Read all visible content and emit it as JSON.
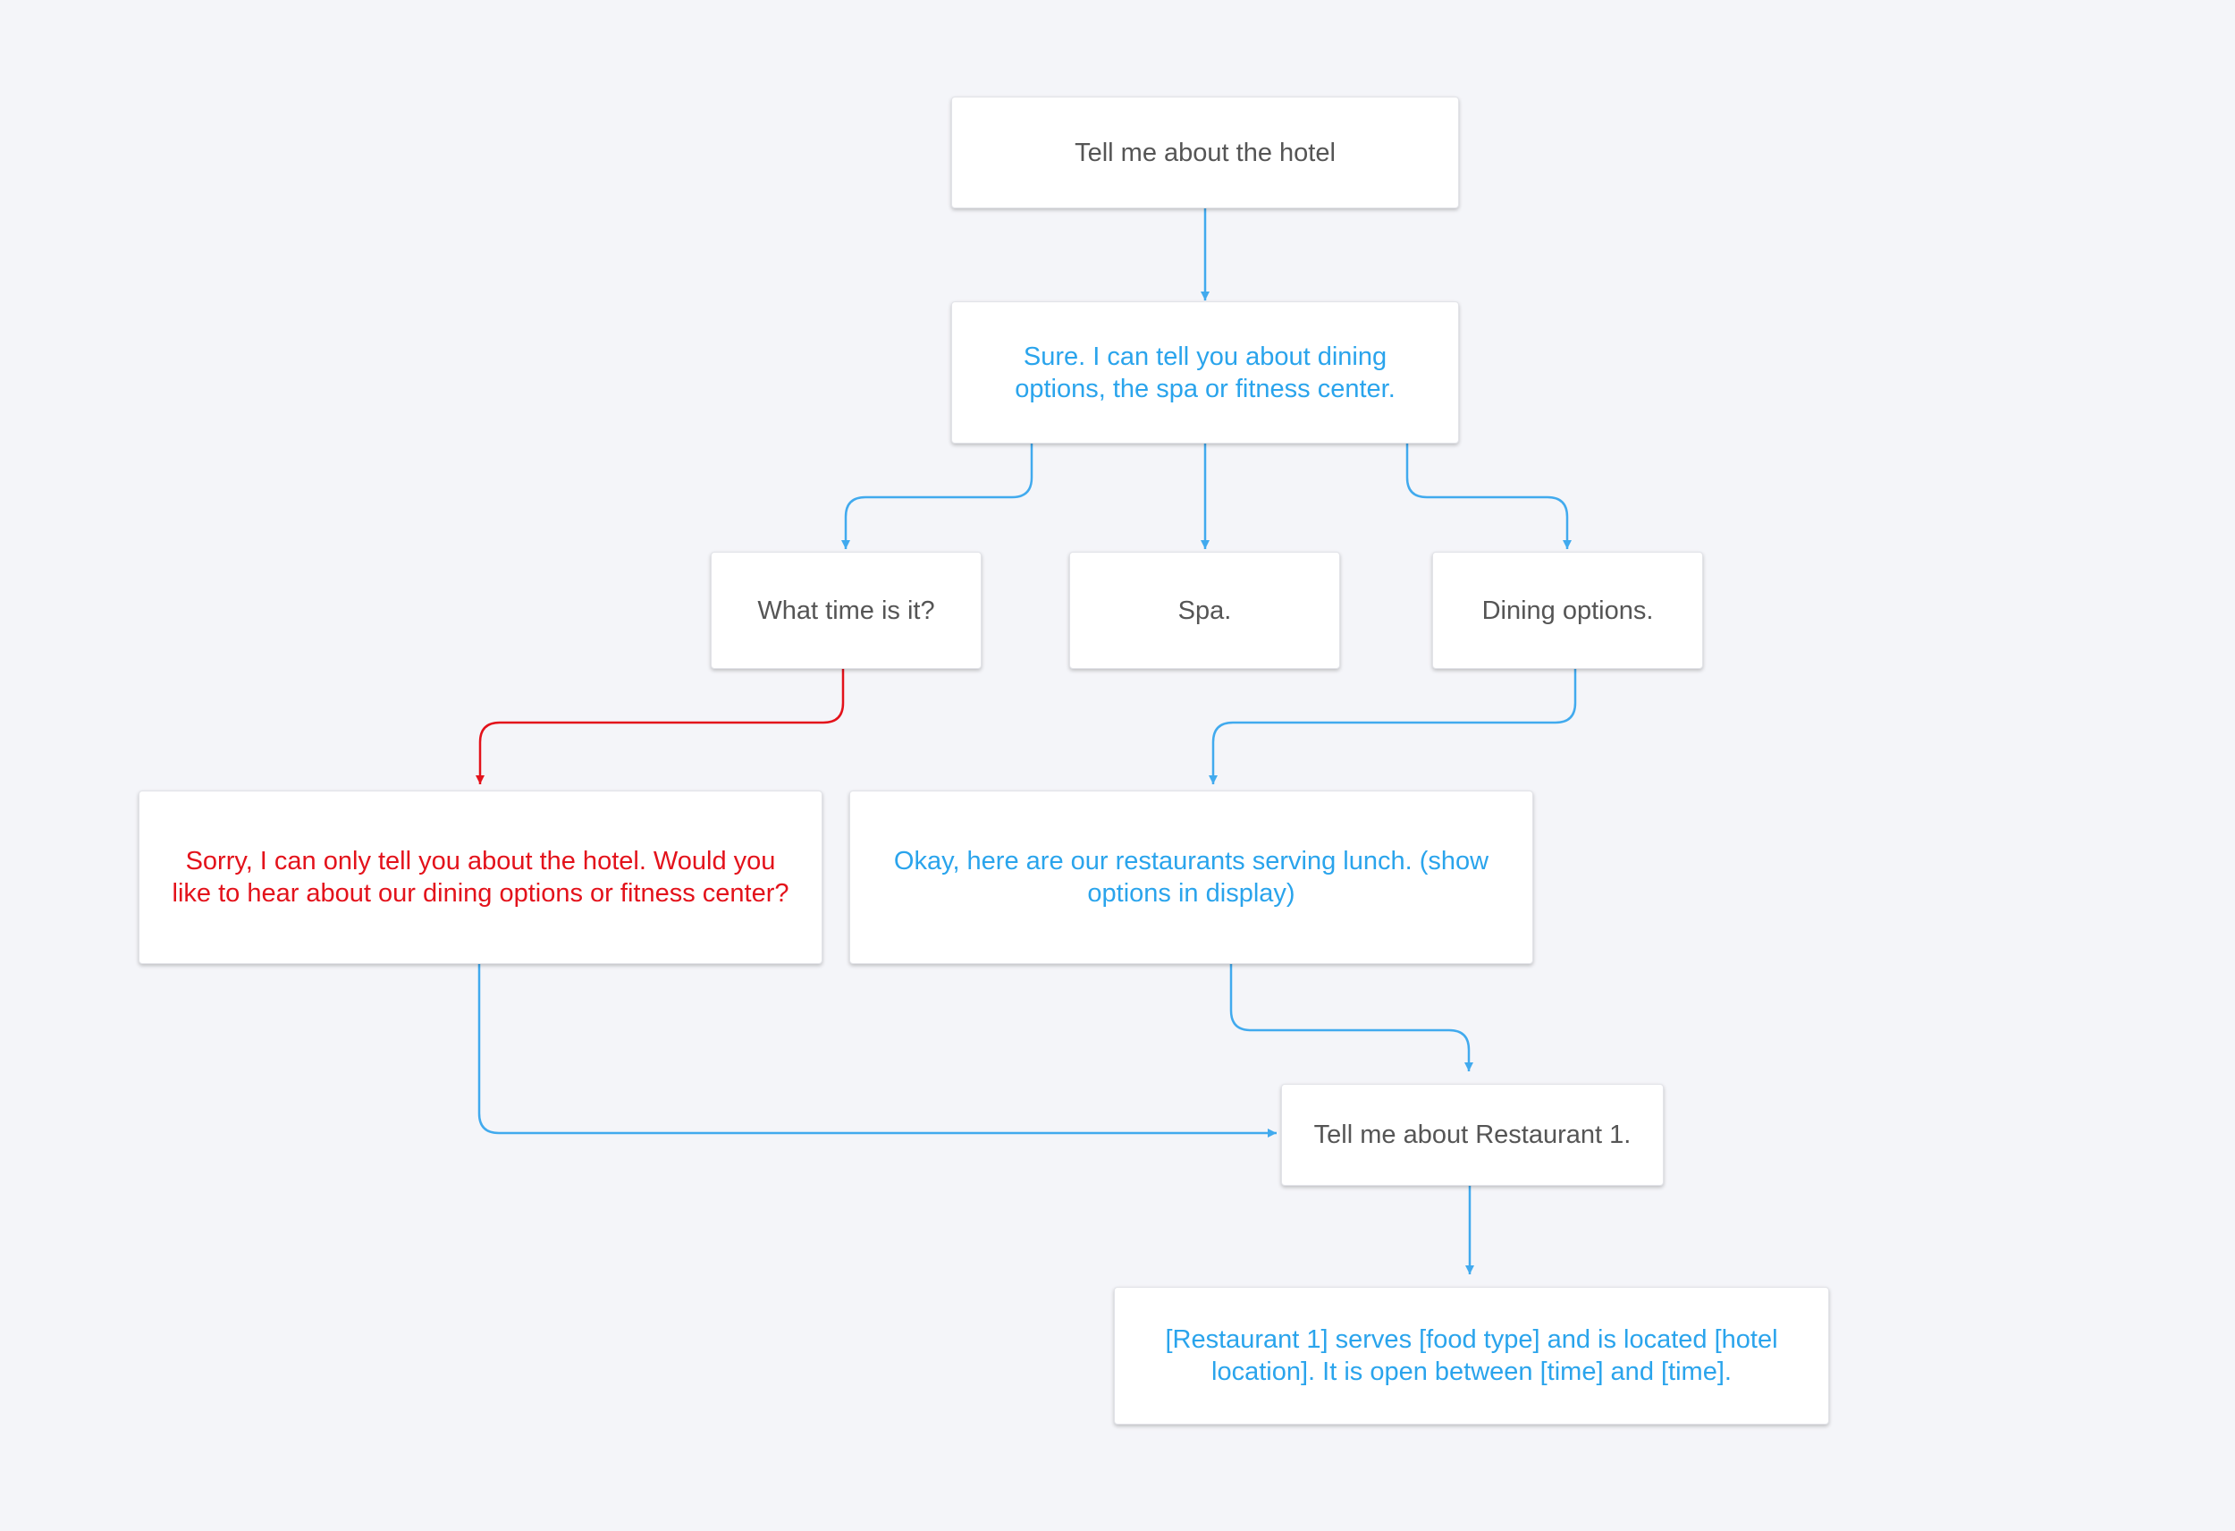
{
  "colors": {
    "background": "#f4f5f9",
    "user_text": "#555555",
    "assistant_text": "#2aa4ec",
    "error_text": "#e3121b",
    "connector_default": "#41aaee",
    "connector_error": "#e3121b"
  },
  "nodes": {
    "hotel_question": {
      "text": "Tell me about the hotel"
    },
    "hotel_answer": {
      "text": "Sure. I can tell you about dining options, the spa or fitness center."
    },
    "time_question": {
      "text": "What time is it?"
    },
    "spa_choice": {
      "text": "Spa."
    },
    "dining_choice": {
      "text": "Dining options."
    },
    "error_reply": {
      "text": "Sorry, I can only tell you about the hotel. Would you like to hear about our dining options or fitness center?"
    },
    "restaurants_reply": {
      "text": "Okay, here are our restaurants serving lunch. (show options in display)"
    },
    "restaurant_question": {
      "text": "Tell me about Restaurant 1."
    },
    "restaurant_answer": {
      "text": "[Restaurant 1] serves [food type] and is located [hotel location]. It is open between [time] and [time]."
    }
  }
}
